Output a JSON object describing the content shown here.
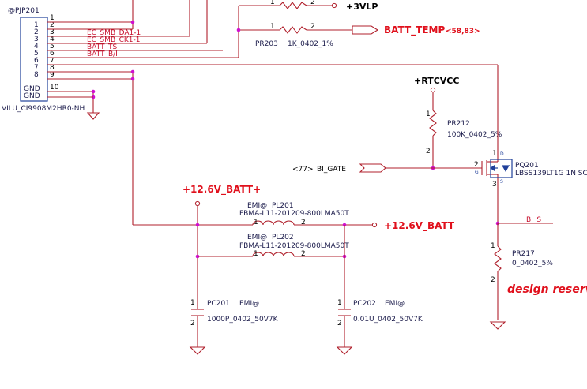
{
  "connector": {
    "refdes": "@PJP201",
    "part": "VILU_CI9908M2HR0-NH",
    "pins": [
      "1",
      "2",
      "3",
      "4",
      "5",
      "6",
      "7",
      "8",
      "9",
      "10"
    ],
    "side_pins": [
      "1",
      "2",
      "3",
      "4",
      "5",
      "6",
      "7",
      "8",
      "GND",
      "GND"
    ]
  },
  "nets": {
    "ec_smb_da": "EC_SMB_DA1-1",
    "ec_smb_ck": "EC_SMB_CK1-1",
    "batt_ts": "BATT_TS",
    "batt_b": "BATT_B/I",
    "bi_gate": "BI_GATE",
    "bi_gate_ref": "<77>",
    "bi_s": "BI_S"
  },
  "power": {
    "vlp3": "+3VLP",
    "rtcvcc": "+RTCVCC",
    "batt_plus": "+12.6V_BATT+",
    "batt": "+12.6V_BATT"
  },
  "batt_temp": {
    "label": "BATT_TEMP",
    "ref": "<58,83>"
  },
  "pr203": {
    "refdes": "PR203",
    "value": "1K_0402_1%",
    "pin1": "1",
    "pin2": "2"
  },
  "pr212": {
    "refdes": "PR212",
    "value": "100K_0402_5%",
    "pin1": "1",
    "pin2": "2"
  },
  "pr217": {
    "refdes": "PR217",
    "value": "0_0402_5%",
    "pin1": "1",
    "pin2": "2"
  },
  "pq201": {
    "refdes": "PQ201",
    "value": "LBSS139LT1G 1N SC",
    "pin_d": "1",
    "pin_g": "2",
    "pin_s": "3",
    "d": "D",
    "g": "G",
    "s": "S"
  },
  "pl201": {
    "emi": "EMI@",
    "refdes": "PL201",
    "value": "FBMA-L11-201209-800LMA50T",
    "pin1": "1",
    "pin2": "2"
  },
  "pl202": {
    "emi": "EMI@",
    "refdes": "PL202",
    "value": "FBMA-L11-201209-800LMA50T",
    "pin1": "1",
    "pin2": "2"
  },
  "pc201": {
    "refdes": "PC201",
    "emi": "EMI@",
    "value": "1000P_0402_50V7K",
    "pin1": "1",
    "pin2": "2"
  },
  "pc202": {
    "refdes": "PC202",
    "emi": "EMI@",
    "value": "0.01U_0402_50V7K",
    "pin1": "1",
    "pin2": "2"
  },
  "note": "design reserv"
}
